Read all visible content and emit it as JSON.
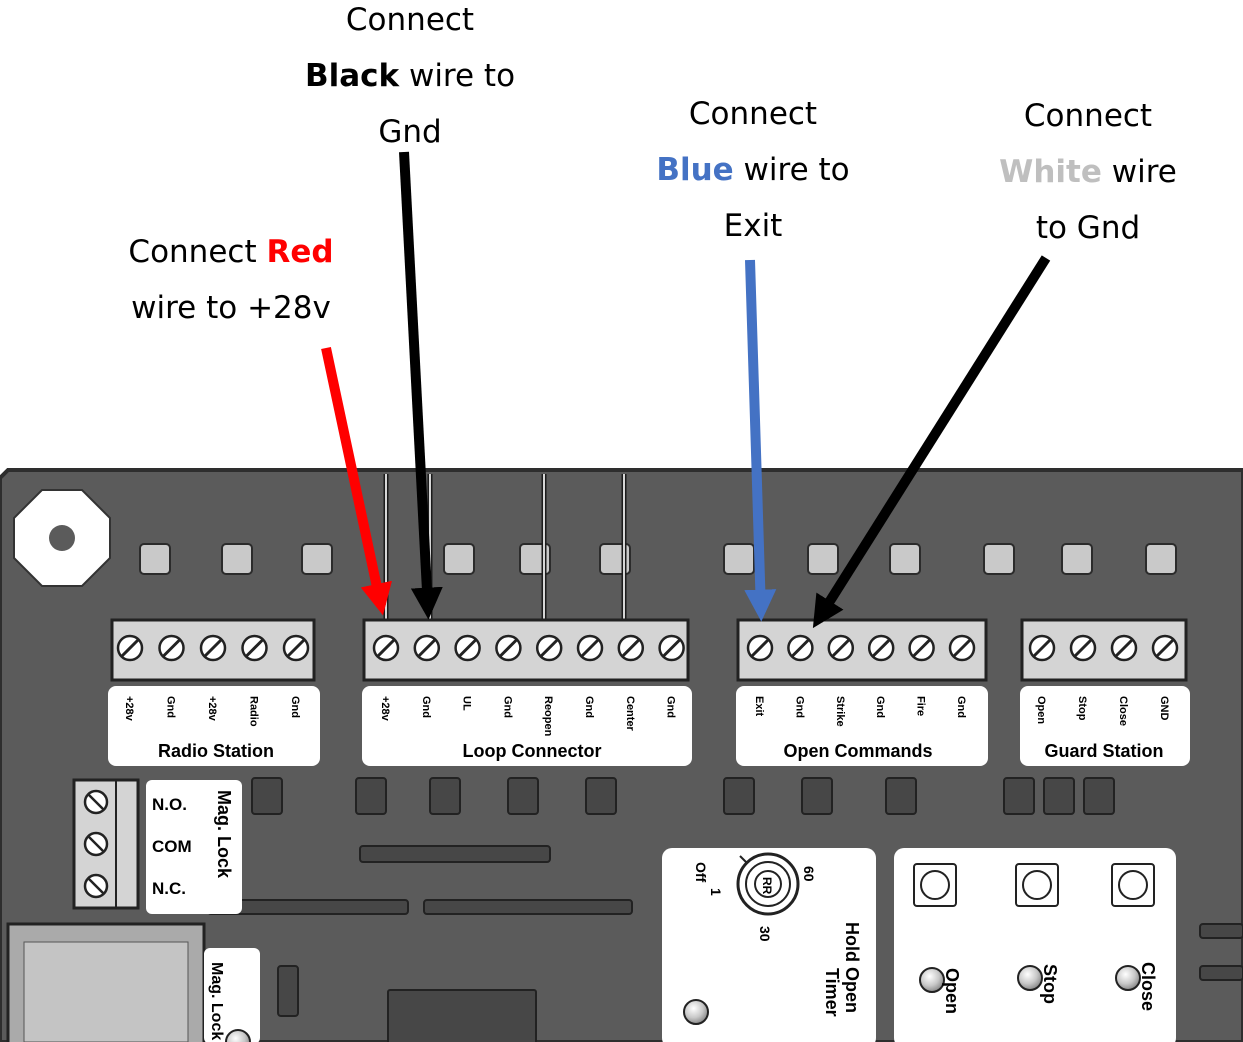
{
  "callouts": {
    "red": {
      "pre": "Connect ",
      "color_word": "Red",
      "line2": "wire to +28v",
      "color": "#ff0000"
    },
    "black": {
      "line1": "Connect",
      "color_word": "Black",
      "post": " wire to",
      "line3": "Gnd",
      "color": "#000000"
    },
    "blue": {
      "line1": "Connect",
      "color_word": "Blue",
      "post": " wire to",
      "line3": "Exit",
      "color": "#4472c4"
    },
    "white": {
      "line1": "Connect",
      "color_word": "White",
      "post": " wire",
      "line3": "to Gnd",
      "color": "#bfbfbf"
    }
  },
  "terminal_blocks": {
    "radio_station": {
      "title": "Radio Station",
      "terminals": [
        "+28v",
        "Gnd",
        "+28v",
        "Radio",
        "Gnd"
      ]
    },
    "loop_connector": {
      "title": "Loop Connector",
      "terminals": [
        "+28v",
        "Gnd",
        "UL",
        "Gnd",
        "Reopen",
        "Gnd",
        "Center",
        "Gnd"
      ]
    },
    "open_commands": {
      "title": "Open Commands",
      "terminals": [
        "Exit",
        "Gnd",
        "Strike",
        "Gnd",
        "Fire",
        "Gnd"
      ]
    },
    "guard_station": {
      "title": "Guard Station",
      "terminals": [
        "Open",
        "Stop",
        "Close",
        "GND"
      ]
    }
  },
  "mag_lock": {
    "title": "Mag. Lock",
    "terminals": [
      "N.O.",
      "COM",
      "N.C."
    ],
    "led_label": "Mag. Lock"
  },
  "timer": {
    "label_line1": "Hold Open",
    "label_line2": "Timer",
    "dial": {
      "off": "Off",
      "one": "1",
      "thirty": "30",
      "sixty": "60",
      "center": "RR"
    }
  },
  "buttons": [
    "Open",
    "Stop",
    "Close"
  ],
  "colors": {
    "board": "#5b5b5b",
    "board_edge": "#2e2e2e",
    "wire_red": "#ff0000",
    "wire_black": "#000000",
    "wire_blue": "#4472c4"
  }
}
